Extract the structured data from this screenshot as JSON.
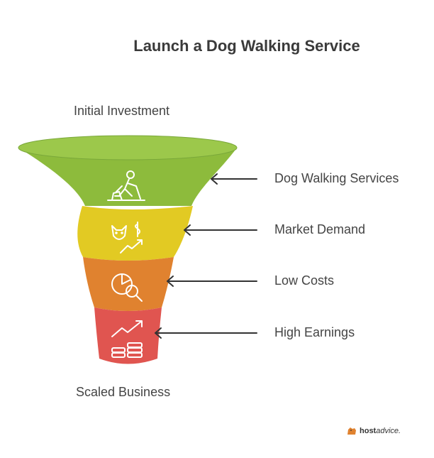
{
  "title": "Launch a Dog Walking Service",
  "top_label": "Initial Investment",
  "bottom_label": "Scaled Business",
  "stages": [
    {
      "label": "Dog Walking Services",
      "color": "#8dbb3c",
      "icon": "dog-walker-icon"
    },
    {
      "label": "Market Demand",
      "color": "#e2ca23",
      "icon": "dog-money-growth-icon"
    },
    {
      "label": "Low Costs",
      "color": "#e0822f",
      "icon": "pie-chart-magnifier-icon"
    },
    {
      "label": "High Earnings",
      "color": "#e05550",
      "icon": "coins-growth-icon"
    }
  ],
  "brand": {
    "bold": "host",
    "rest": "advice."
  }
}
